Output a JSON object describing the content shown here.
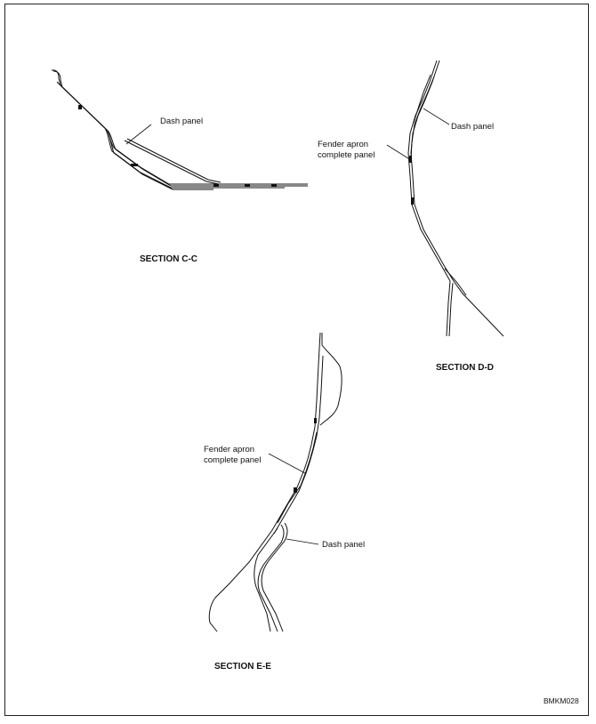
{
  "sections": {
    "cc": {
      "title": "SECTION C-C",
      "dash_panel": "Dash panel"
    },
    "dd": {
      "title": "SECTION D-D",
      "dash_panel": "Dash panel",
      "fender_line1": "Fender apron",
      "fender_line2": "complete panel"
    },
    "ee": {
      "title": "SECTION E-E",
      "dash_panel": "Dash panel",
      "fender_line1": "Fender apron",
      "fender_line2": "complete panel"
    }
  },
  "figure_code": "BMKM028"
}
